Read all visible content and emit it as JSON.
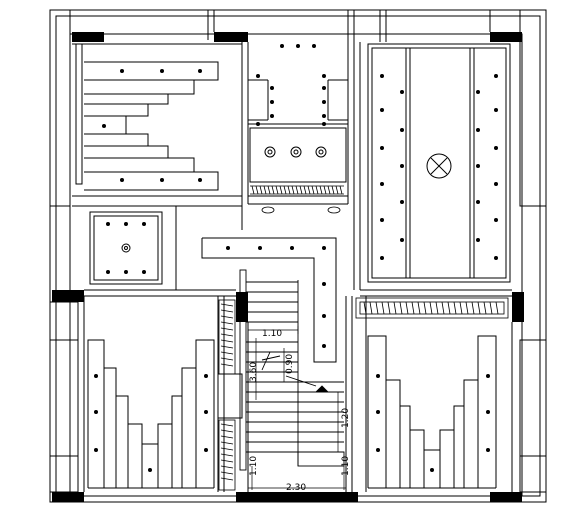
{
  "drawing": {
    "stroke_color": "#000000",
    "background_color": "#ffffff",
    "icons": [
      "ceiling-light-icon",
      "ceiling-fan-icon",
      "downlight-icon",
      "spotlight-icon"
    ]
  },
  "dimensions": {
    "stair_width": "1.10",
    "landing_depth_left": "1.10",
    "landing_depth_right": "1.10",
    "stair_height": "1.20",
    "flight_length": "0.90",
    "flight_length_left": "3.60",
    "total_width": "2.30"
  }
}
